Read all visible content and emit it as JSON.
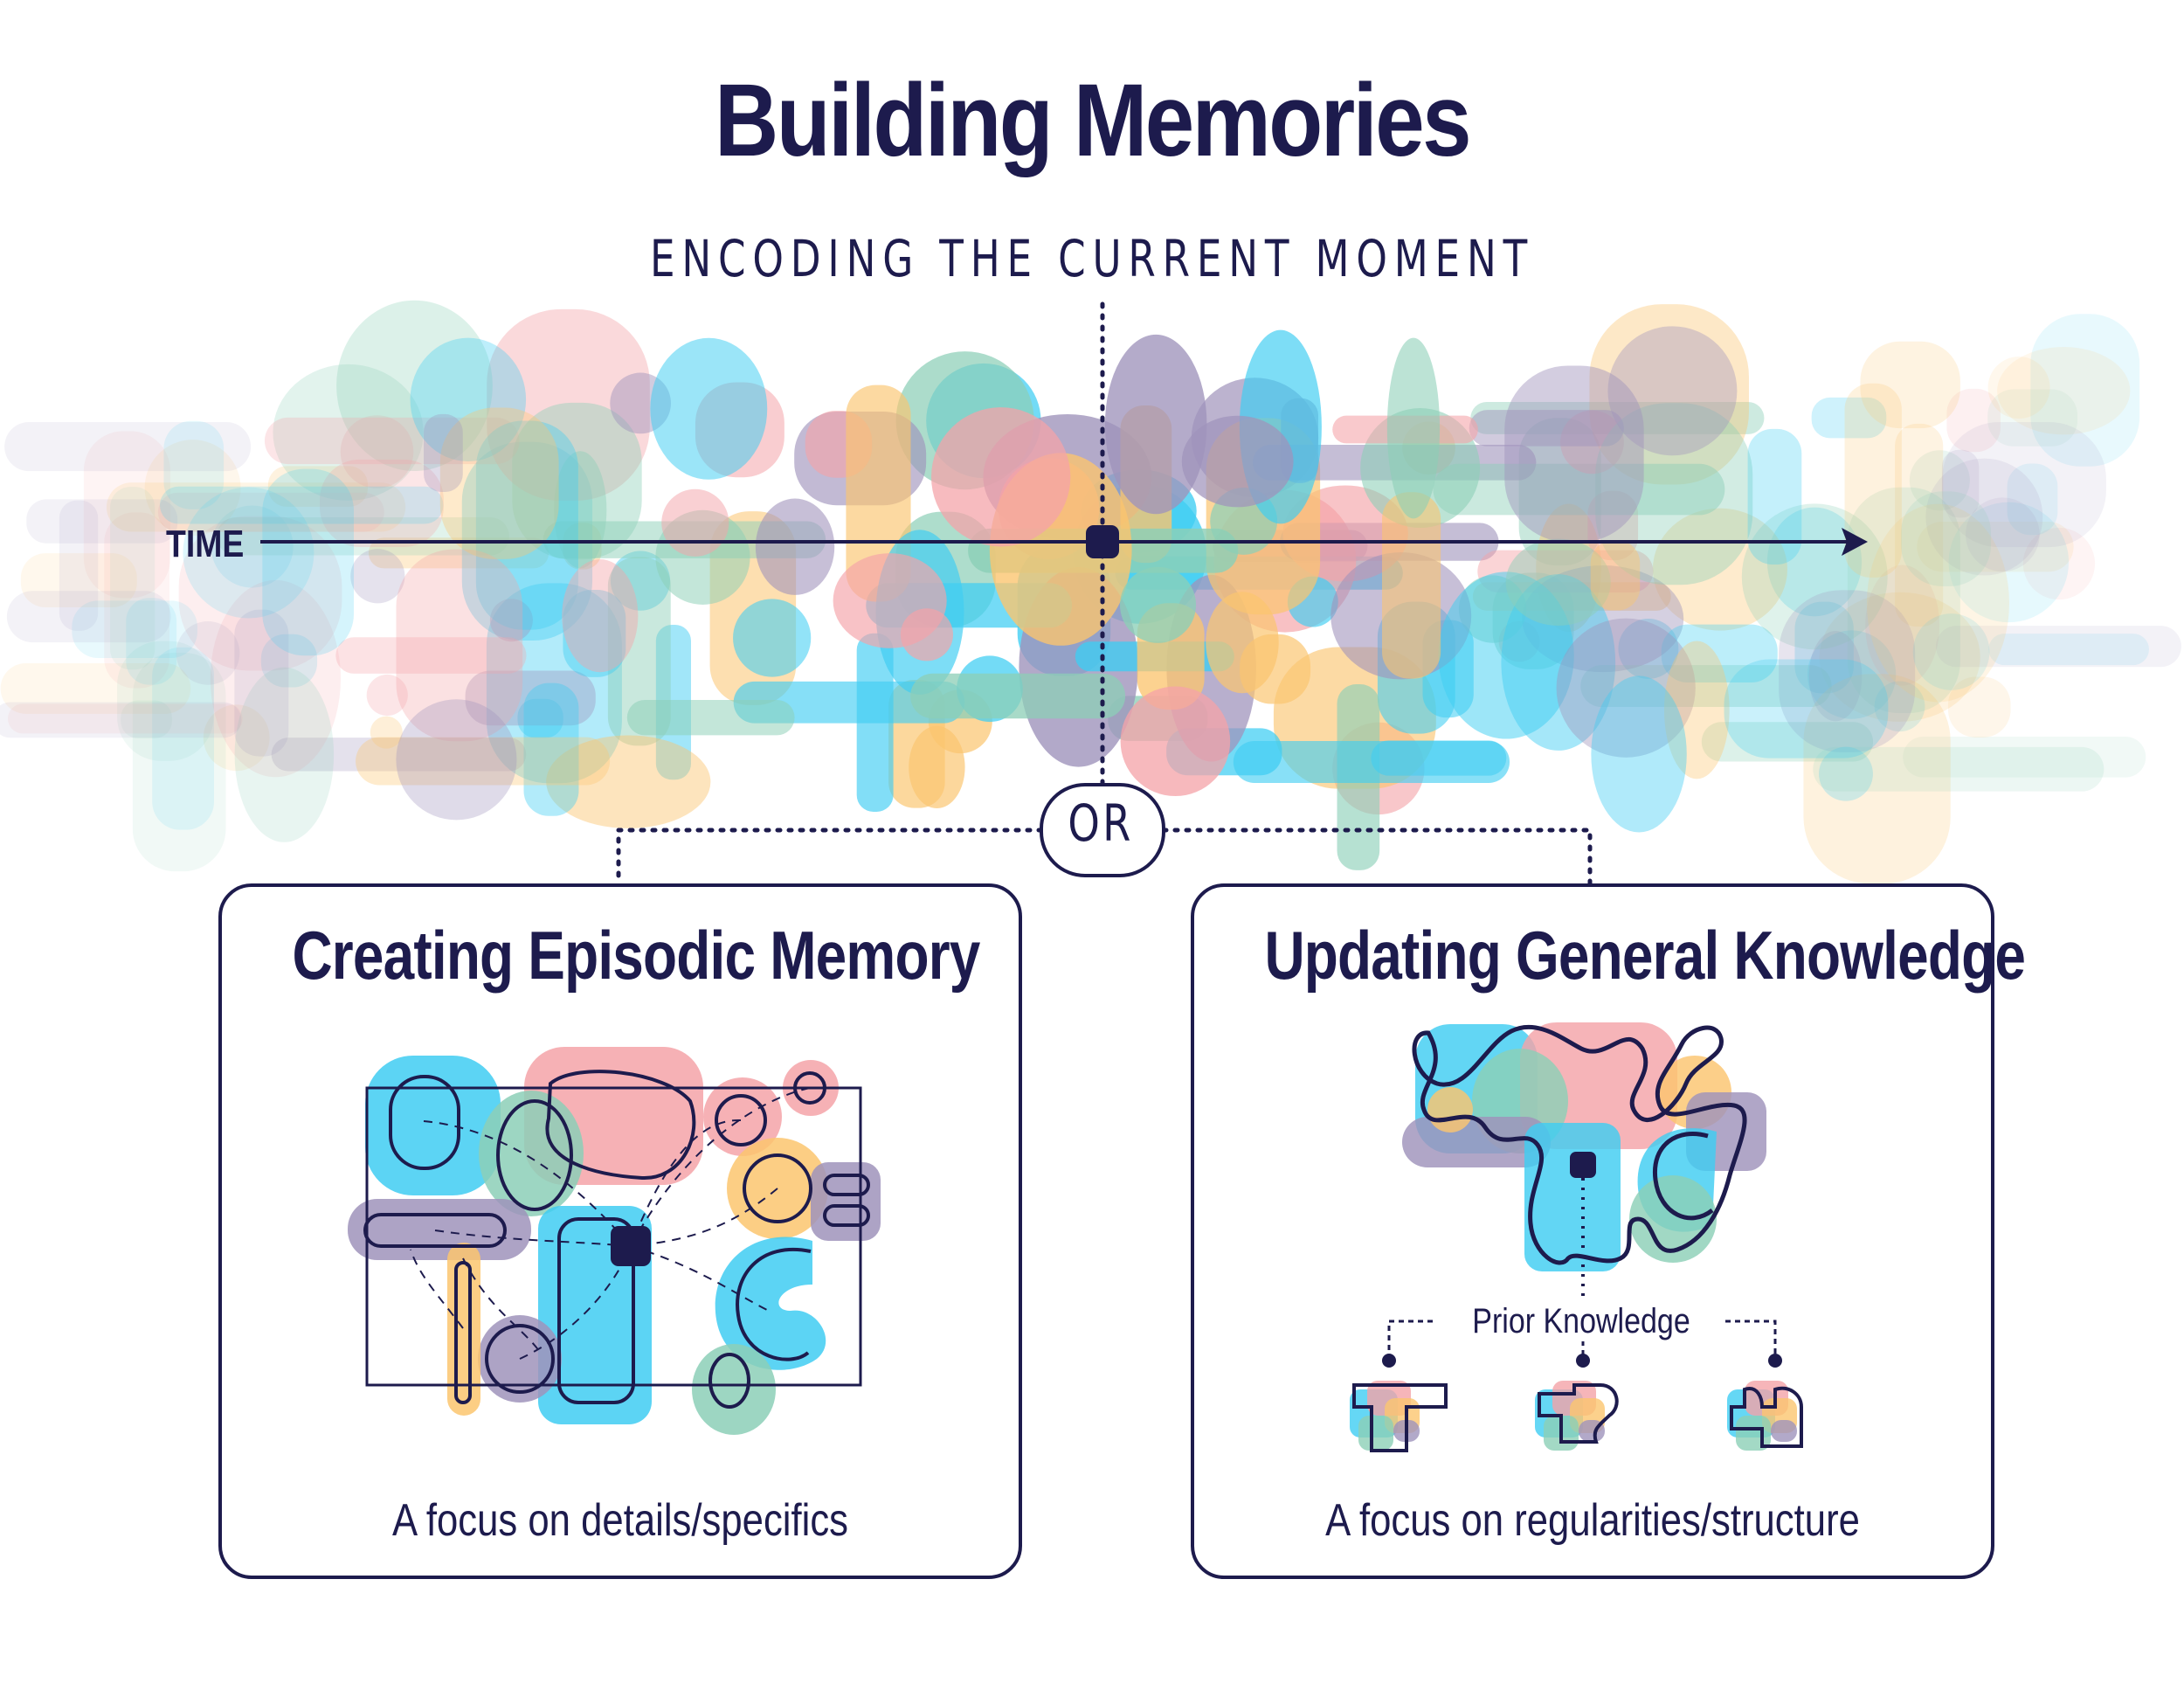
{
  "title": "Building Memories",
  "subtitle": "ENCODING THE CURRENT MOMENT",
  "timeline": {
    "label": "TIME"
  },
  "or_label": "OR",
  "panels": [
    {
      "title": "Creating Episodic Memory",
      "caption": "A focus on details/specifics"
    },
    {
      "title": "Updating General Knowledge",
      "caption": "A focus on regularities/structure",
      "sub_label": "Prior Knowledge"
    }
  ],
  "colors": {
    "ink": "#1d1b4d",
    "blue": "#3fcdf2",
    "pink": "#f4a3a8",
    "yellow": "#fbc56f",
    "purple": "#9f93bb",
    "green": "#8ccfb7"
  }
}
